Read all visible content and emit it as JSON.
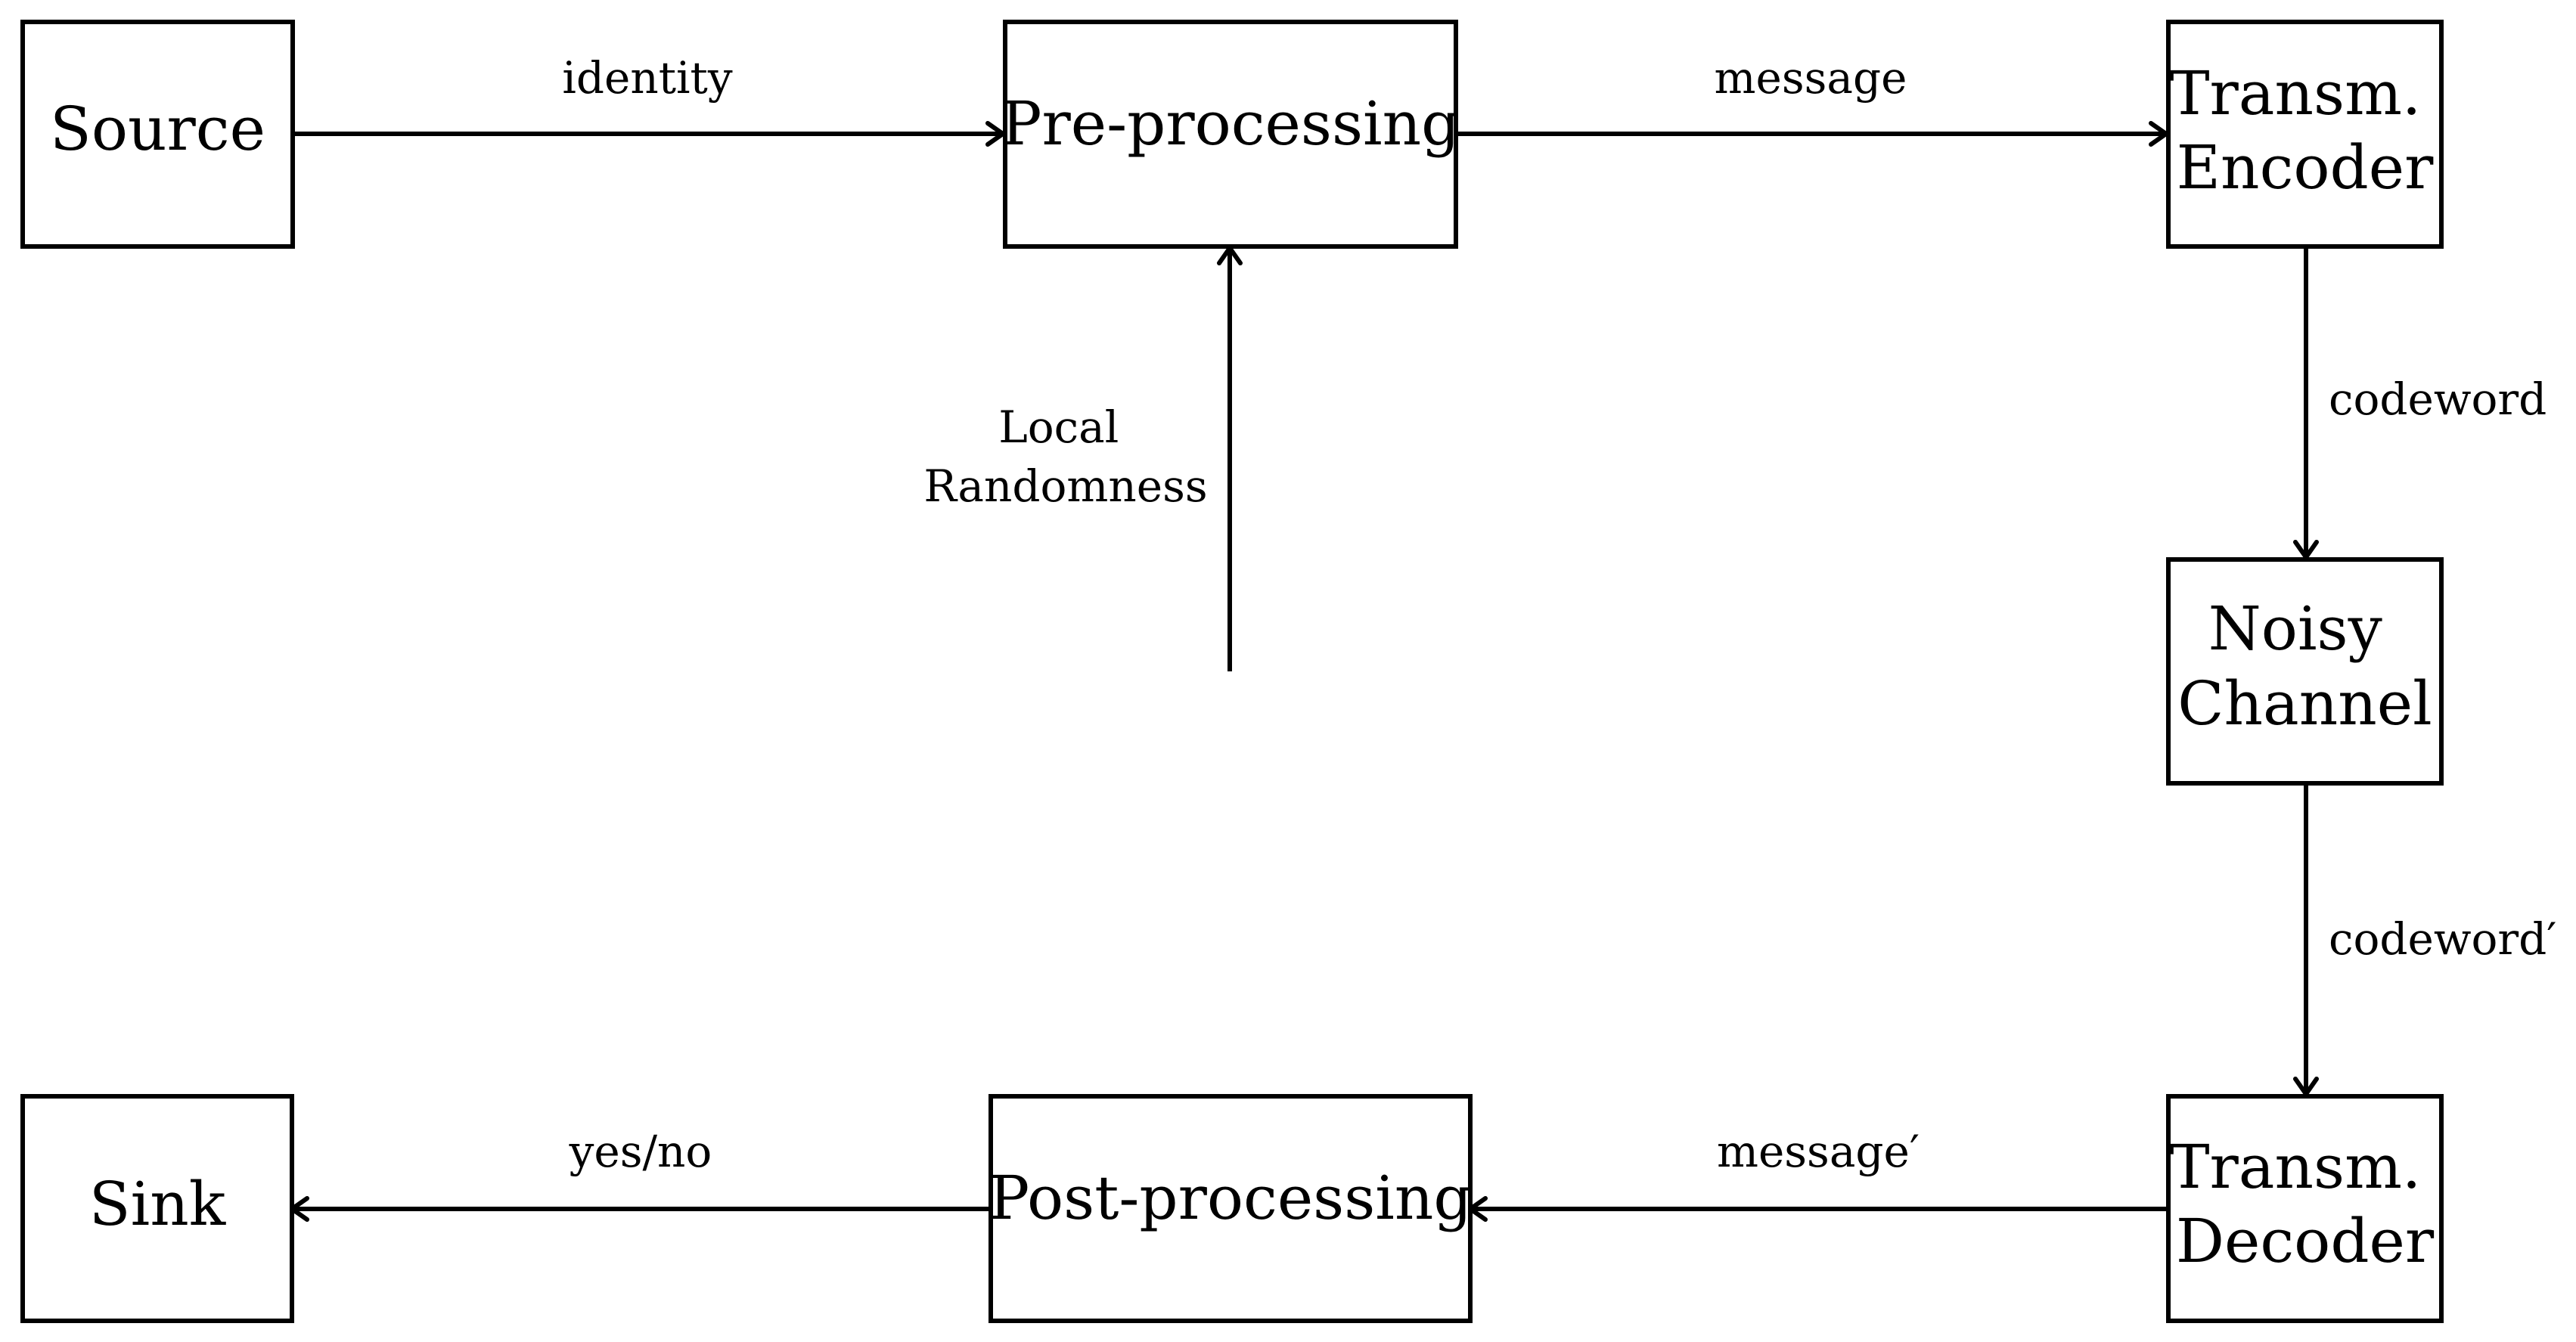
{
  "nodes": {
    "source": {
      "lines": [
        "Source"
      ]
    },
    "preprocessing": {
      "lines": [
        "Pre-processing"
      ]
    },
    "encoder": {
      "lines": [
        "Transm.",
        "Encoder"
      ]
    },
    "channel": {
      "lines": [
        "Noisy",
        "Channel"
      ]
    },
    "decoder": {
      "lines": [
        "Transm.",
        "Decoder"
      ]
    },
    "postprocessing": {
      "lines": [
        "Post-processing"
      ]
    },
    "sink": {
      "lines": [
        "Sink"
      ]
    }
  },
  "edges": {
    "source_to_pre": {
      "label": "identity"
    },
    "pre_to_encoder": {
      "label": "message"
    },
    "encoder_to_channel": {
      "label": "codeword"
    },
    "channel_to_decoder": {
      "label": "codeword′"
    },
    "decoder_to_post": {
      "label": "message′"
    },
    "post_to_sink": {
      "label": "yes/no"
    },
    "randomness_to_pre": {
      "lines": [
        "Local",
        "Randomness"
      ]
    }
  }
}
